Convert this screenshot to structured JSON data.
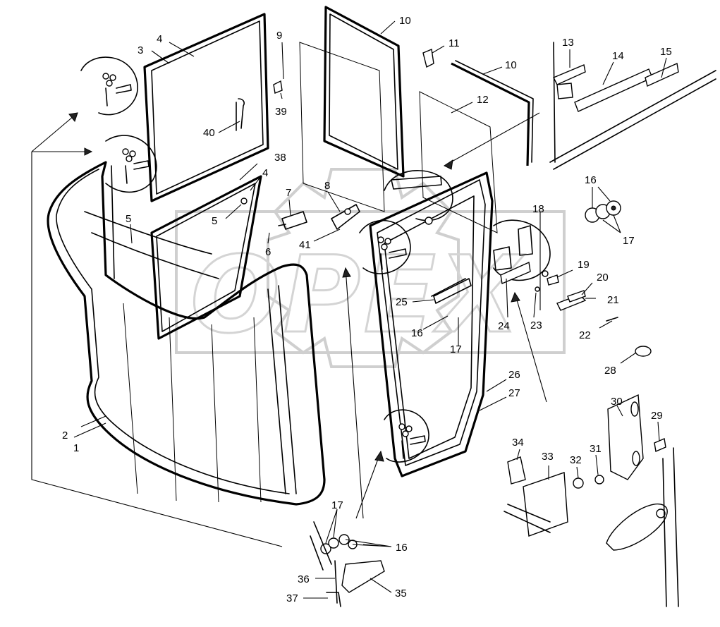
{
  "watermark": "OPEX",
  "callouts": {
    "c1": "1",
    "c2": "2",
    "c3": "3",
    "c4a": "4",
    "c4b": "4",
    "c5a": "5",
    "c5b": "5",
    "c6": "6",
    "c7": "7",
    "c8": "8",
    "c9": "9",
    "c10a": "10",
    "c10b": "10",
    "c11": "11",
    "c12": "12",
    "c13": "13",
    "c14": "14",
    "c15": "15",
    "c16a": "16",
    "c16b": "16",
    "c16c": "16",
    "c17a": "17",
    "c17b": "17",
    "c17c": "17",
    "c18": "18",
    "c19": "19",
    "c20": "20",
    "c21": "21",
    "c22": "22",
    "c23": "23",
    "c24": "24",
    "c25": "25",
    "c26": "26",
    "c27": "27",
    "c28": "28",
    "c29": "29",
    "c30": "30",
    "c31": "31",
    "c32": "32",
    "c33": "33",
    "c34": "34",
    "c35": "35",
    "c36": "36",
    "c37": "37",
    "c38": "38",
    "c39": "39",
    "c40": "40",
    "c41": "41"
  }
}
